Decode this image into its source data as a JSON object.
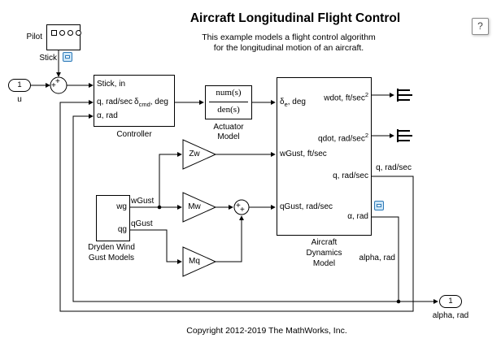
{
  "header": {
    "title": "Aircraft Longitudinal Flight Control",
    "subtitle1": "This example models a flight control algorithm",
    "subtitle2": "for the longitudinal motion of an aircraft.",
    "help": "?"
  },
  "footer": {
    "copyright": "Copyright 2012-2019 The MathWorks, Inc."
  },
  "colors": {
    "badge_fill": "#cde6f7",
    "badge_border": "#2e7ab8",
    "line": "#000000"
  },
  "inport_u": {
    "num": "1",
    "label": "u"
  },
  "outport_alpha": {
    "num": "1",
    "label": "alpha, rad"
  },
  "pilot": {
    "name": "Pilot",
    "signal": "Stick"
  },
  "sum1": {
    "sign_top": "+",
    "sign_left": "+"
  },
  "sum2": {
    "sign_left": "+",
    "sign_bottom": "+"
  },
  "controller": {
    "label": "Controller",
    "port_in_stick": "Stick, in",
    "port_in_q": "q, rad/sec",
    "port_in_alpha": "α, rad",
    "port_out_main": "δ",
    "port_out_sub": "cmd",
    "port_out_rest": ", deg"
  },
  "actuator": {
    "num": "num(s)",
    "den": "den(s)",
    "label1": "Actuator",
    "label2": "Model"
  },
  "aircraft": {
    "label1": "Aircraft",
    "label2": "Dynamics",
    "label3": "Model",
    "port_in_de_main": "δ",
    "port_in_de_sub": "e",
    "port_in_de_rest": ", deg",
    "port_in_wgust": "wGust, ft/sec",
    "port_in_qgust": "qGust, rad/sec",
    "port_out_wdot": "wdot, ft/sec",
    "port_out_wdot_sup": "2",
    "port_out_qdot": "qdot, rad/sec",
    "port_out_qdot_sup": "2",
    "port_out_q": "q, rad/sec",
    "port_out_alpha": "α, rad"
  },
  "dryden": {
    "label1": "Dryden Wind",
    "label2": "Gust Models",
    "port_wg": "wg",
    "port_qg": "qg"
  },
  "gains": {
    "zw": "Zw",
    "mw": "Mw",
    "mq": "Mq"
  },
  "signal_labels": {
    "wgust": "wGust",
    "qgust": "qGust",
    "q": "q, rad/sec",
    "alpha_line": "alpha, rad"
  }
}
